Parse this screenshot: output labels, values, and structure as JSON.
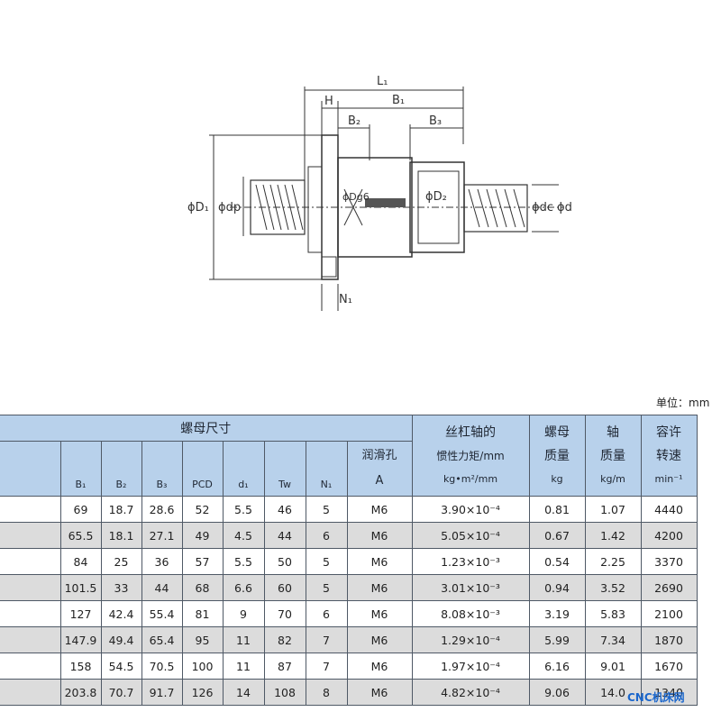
{
  "drawing": {
    "labels": {
      "L1": "L₁",
      "B1": "B₁",
      "H": "H",
      "B2": "B₂",
      "B3": "B₃",
      "D1": "ϕD₁",
      "dp": "ϕdp",
      "Dg6": "ϕDg6",
      "D2": "ϕD₂",
      "dc": "ϕdc",
      "d": "ϕd",
      "N1": "N₁"
    }
  },
  "unit_label": "单位：mm",
  "table": {
    "group_nut": "螺母尺寸",
    "group_inertia_line1": "丝杠轴的",
    "group_inertia_line2": "惯性力矩/mm",
    "group_nutmass_line1": "螺母",
    "group_nutmass_line2": "质量",
    "group_shaftmass_line1": "轴",
    "group_shaftmass_line2": "质量",
    "group_speed_line1": "容许",
    "group_speed_line2": "转速",
    "col_B1": "B₁",
    "col_B2": "B₂",
    "col_B3": "B₃",
    "col_PCD": "PCD",
    "col_d1": "d₁",
    "col_Tw": "Tw",
    "col_N1": "N₁",
    "col_lube_line1": "润滑孔",
    "col_lube_line2": "A",
    "unit_inertia": "kg•m²/mm",
    "unit_nutmass": "kg",
    "unit_shaftmass": "kg/m",
    "unit_speed": "min⁻¹",
    "rows": [
      {
        "B1": "69",
        "B2": "18.7",
        "B3": "28.6",
        "PCD": "52",
        "d1": "5.5",
        "Tw": "46",
        "N1": "5",
        "A": "M6",
        "inertia": "3.90×10⁻⁴",
        "nut_mass": "0.81",
        "shaft_mass": "1.07",
        "speed": "4440"
      },
      {
        "B1": "65.5",
        "B2": "18.1",
        "B3": "27.1",
        "PCD": "49",
        "d1": "4.5",
        "Tw": "44",
        "N1": "6",
        "A": "M6",
        "inertia": "5.05×10⁻⁴",
        "nut_mass": "0.67",
        "shaft_mass": "1.42",
        "speed": "4200"
      },
      {
        "B1": "84",
        "B2": "25",
        "B3": "36",
        "PCD": "57",
        "d1": "5.5",
        "Tw": "50",
        "N1": "5",
        "A": "M6",
        "inertia": "1.23×10⁻³",
        "nut_mass": "0.54",
        "shaft_mass": "2.25",
        "speed": "3370"
      },
      {
        "B1": "101.5",
        "B2": "33",
        "B3": "44",
        "PCD": "68",
        "d1": "6.6",
        "Tw": "60",
        "N1": "5",
        "A": "M6",
        "inertia": "3.01×10⁻³",
        "nut_mass": "0.94",
        "shaft_mass": "3.52",
        "speed": "2690"
      },
      {
        "B1": "127",
        "B2": "42.4",
        "B3": "55.4",
        "PCD": "81",
        "d1": "9",
        "Tw": "70",
        "N1": "6",
        "A": "M6",
        "inertia": "8.08×10⁻³",
        "nut_mass": "3.19",
        "shaft_mass": "5.83",
        "speed": "2100"
      },
      {
        "B1": "147.9",
        "B2": "49.4",
        "B3": "65.4",
        "PCD": "95",
        "d1": "11",
        "Tw": "82",
        "N1": "7",
        "A": "M6",
        "inertia": "1.29×10⁻⁴",
        "nut_mass": "5.99",
        "shaft_mass": "7.34",
        "speed": "1870"
      },
      {
        "B1": "158",
        "B2": "54.5",
        "B3": "70.5",
        "PCD": "100",
        "d1": "11",
        "Tw": "87",
        "N1": "7",
        "A": "M6",
        "inertia": "1.97×10⁻⁴",
        "nut_mass": "6.16",
        "shaft_mass": "9.01",
        "speed": "1670"
      },
      {
        "B1": "203.8",
        "B2": "70.7",
        "B3": "91.7",
        "PCD": "126",
        "d1": "14",
        "Tw": "108",
        "N1": "8",
        "A": "M6",
        "inertia": "4.82×10⁻⁴",
        "nut_mass": "9.06",
        "shaft_mass": "14.0",
        "speed": "1340"
      }
    ]
  },
  "watermark": "CNC机床网"
}
